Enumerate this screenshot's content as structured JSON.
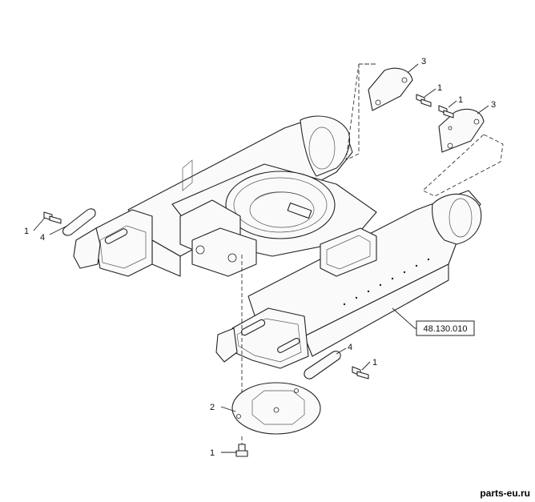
{
  "diagram": {
    "callouts": [
      {
        "id": "c1",
        "text": "3"
      },
      {
        "id": "c2",
        "text": "1"
      },
      {
        "id": "c3",
        "text": "1"
      },
      {
        "id": "c4",
        "text": "3"
      },
      {
        "id": "c5",
        "text": "1"
      },
      {
        "id": "c6",
        "text": "4"
      },
      {
        "id": "c7",
        "text": "4"
      },
      {
        "id": "c8",
        "text": "1"
      },
      {
        "id": "c9",
        "text": "2"
      },
      {
        "id": "c10",
        "text": "1"
      }
    ],
    "reference": "48.130.010"
  },
  "watermark": "parts-eu.ru"
}
